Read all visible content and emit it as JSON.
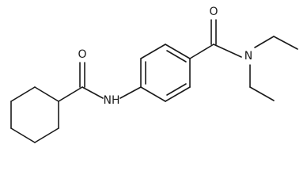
{
  "diagram": {
    "kind": "skeletal chemical structure",
    "atom_labels": {
      "amide_oxygen_left": "O",
      "amide_nh": "NH",
      "amide_oxygen_right": "O",
      "amide_nitrogen_right": "N"
    },
    "line_color": "#1a1a1a",
    "background": "#ffffff"
  }
}
